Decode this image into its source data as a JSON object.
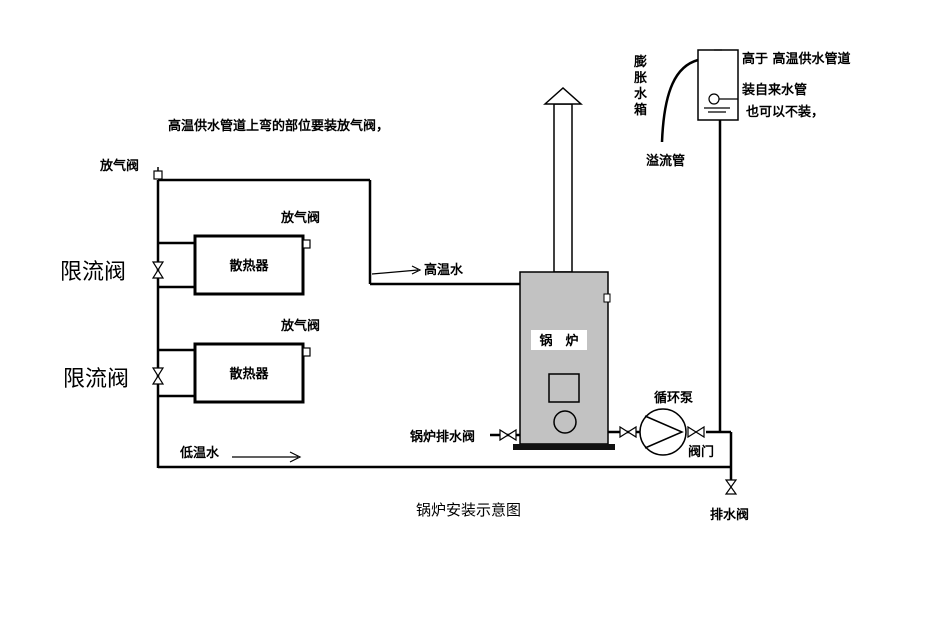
{
  "labels": {
    "note_top": "高温供水管道上弯的部位要装放气阀，",
    "vent_valve_main": "放气阀",
    "vent_valve_1": "放气阀",
    "vent_valve_2": "放气阀",
    "flow_limit_1": "限流阀",
    "flow_limit_2": "限流阀",
    "radiator_1": "散热器",
    "radiator_2": "散热器",
    "high_temp_water": "高温水",
    "low_temp_water": "低温水",
    "boiler": "锅　炉",
    "boiler_drain": "锅炉排水阀",
    "circ_pump": "循环泵",
    "valve": "阀门",
    "drain_valve": "排水阀",
    "overflow_pipe": "溢流管",
    "expansion_tank": [
      "膨",
      "胀",
      "水",
      "箱"
    ],
    "tank_note_1": "高于 高温供水管道",
    "tank_note_2": "装自来水管",
    "tank_note_3": "也可以不装，",
    "title": "锅炉安装示意图"
  }
}
